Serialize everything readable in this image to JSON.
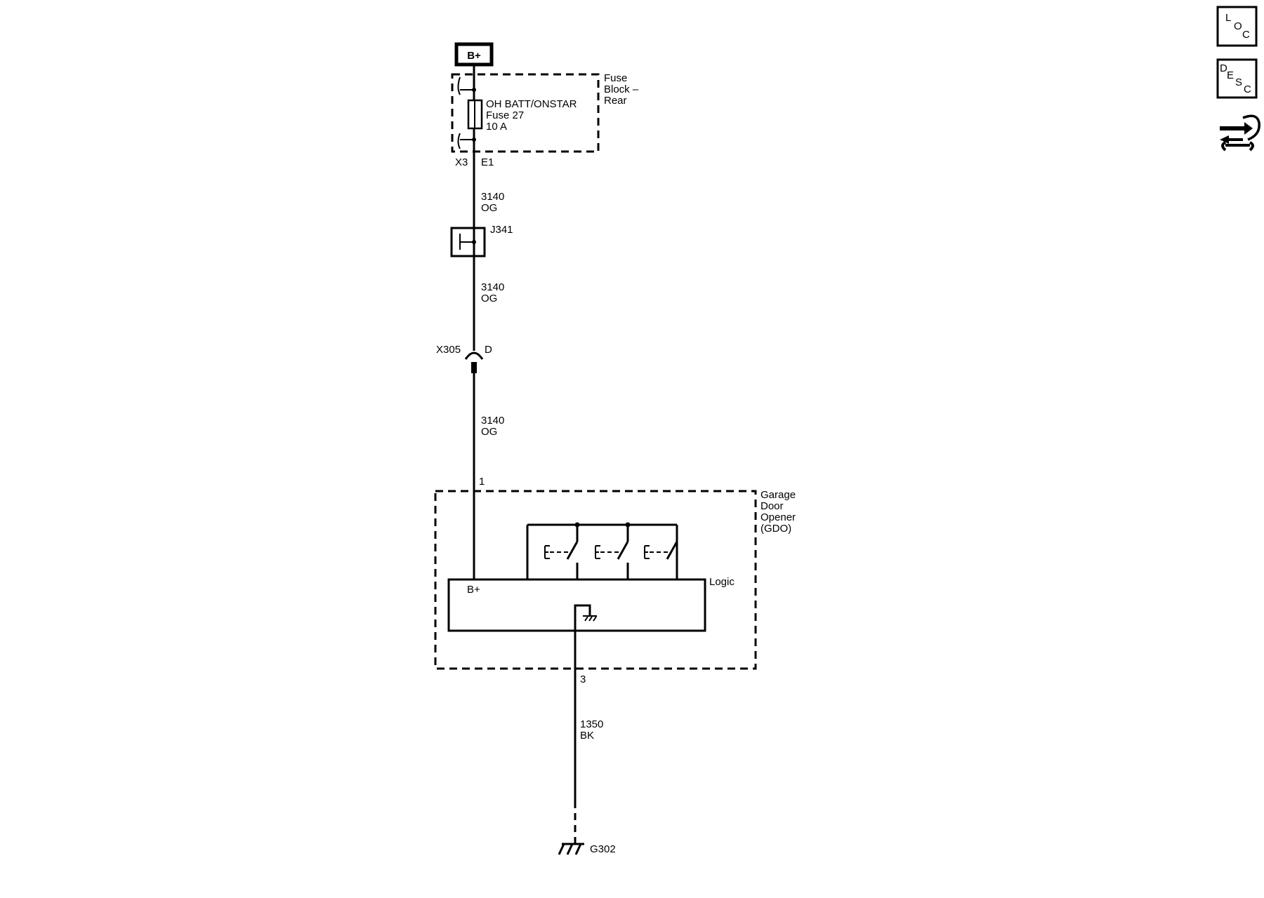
{
  "power": {
    "label": "B+"
  },
  "fuse_block": {
    "name_lines": [
      "Fuse",
      "Block –",
      "Rear"
    ],
    "fuse_lines": [
      "OH BATT/ONSTAR",
      "Fuse 27",
      "10 A"
    ],
    "connector": "X3",
    "pin": "E1"
  },
  "wire_segments": [
    {
      "circuit": "3140",
      "color": "OG"
    },
    {
      "circuit": "3140",
      "color": "OG"
    },
    {
      "circuit": "3140",
      "color": "OG"
    },
    {
      "circuit": "1350",
      "color": "BK"
    }
  ],
  "splice": {
    "label": "J341"
  },
  "inline_connector": {
    "name": "X305",
    "pin": "D"
  },
  "gdo": {
    "name_lines": [
      "Garage",
      "Door",
      "Opener",
      "(GDO)"
    ],
    "pin_in": "1",
    "pin_out": "3",
    "logic_label": "Logic",
    "bplus_label": "B+"
  },
  "ground": {
    "label": "G302"
  },
  "nav_buttons": [
    {
      "id": "loc",
      "letters": [
        "L",
        "O",
        "C"
      ]
    },
    {
      "id": "desc",
      "letters": [
        "D",
        "E",
        "S",
        "C"
      ]
    }
  ]
}
